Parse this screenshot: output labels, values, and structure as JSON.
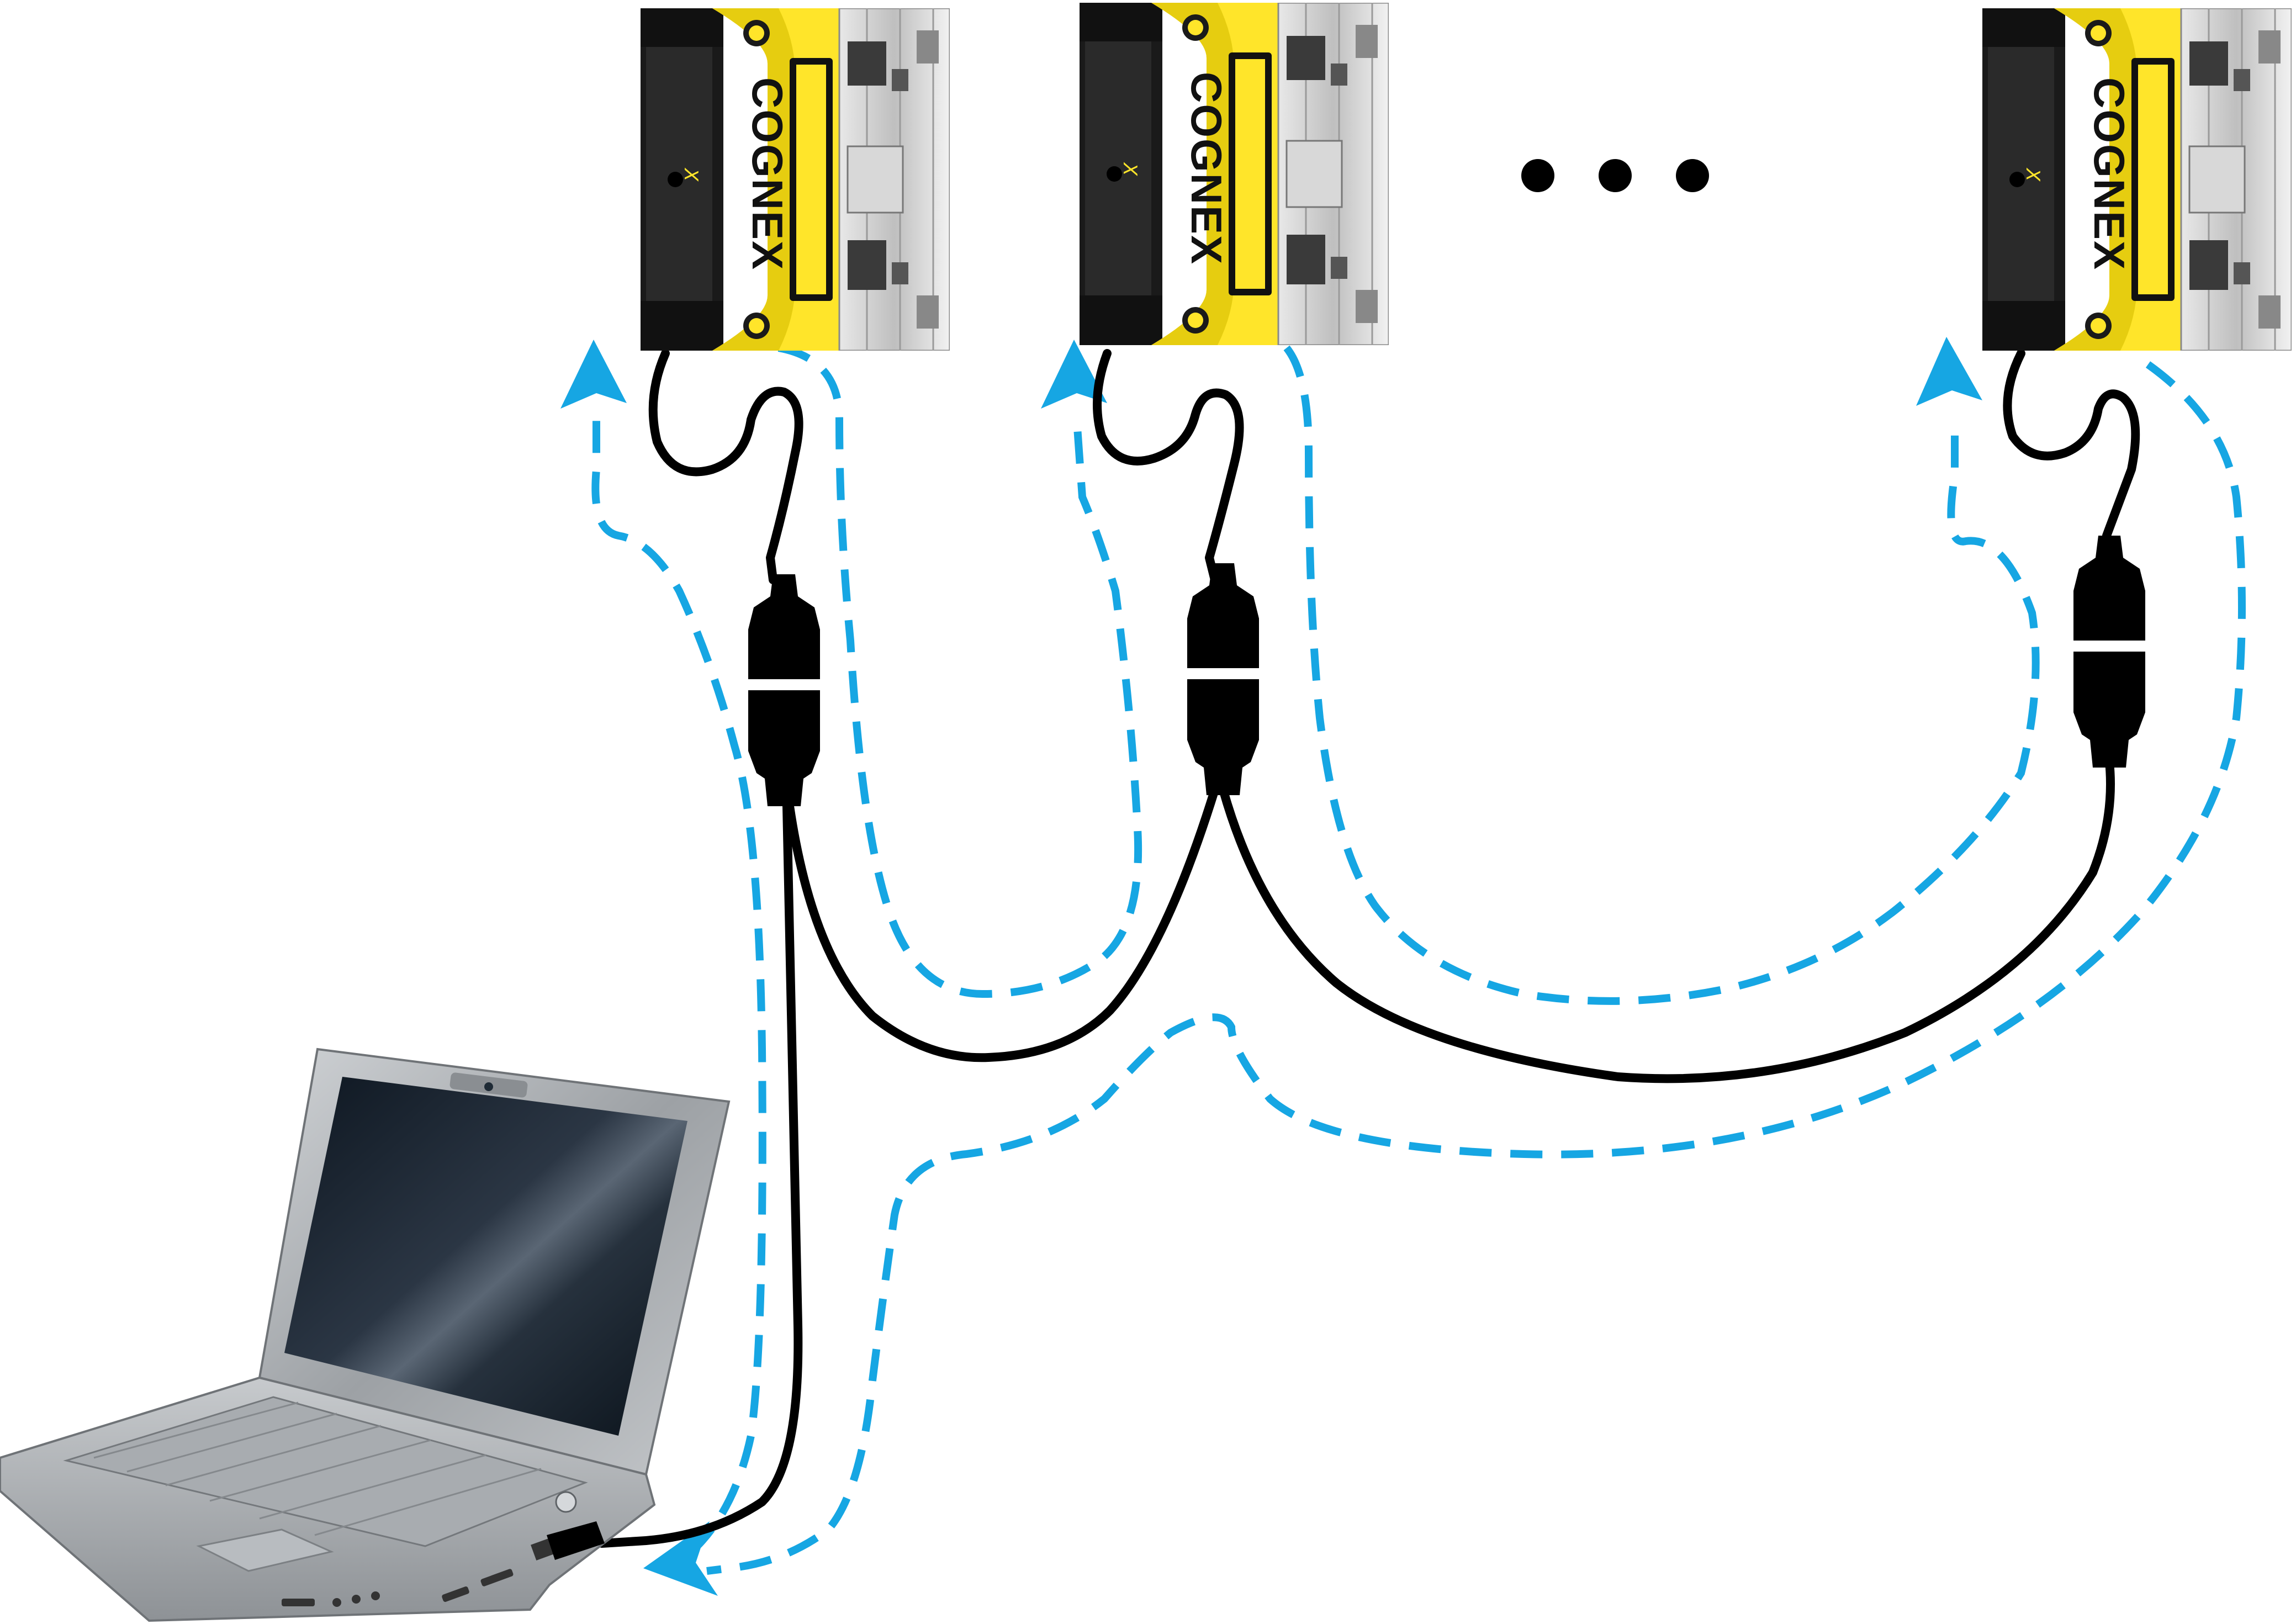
{
  "devices": [
    {
      "brand": "COGNEX",
      "logo": "X"
    },
    {
      "brand": "COGNEX",
      "logo": "X"
    },
    {
      "brand": "COGNEX",
      "logo": "X"
    }
  ],
  "colors": {
    "camera_yellow": "#FFE52A",
    "camera_black": "#1a1a1a",
    "flow_blue": "#16A6E3",
    "cable": "#000000",
    "laptop_gray": "#B6BABD"
  },
  "icons": [
    "camera-icon",
    "laptop-icon",
    "ellipsis-icon",
    "arrow-up-icon",
    "arrow-left-icon"
  ]
}
